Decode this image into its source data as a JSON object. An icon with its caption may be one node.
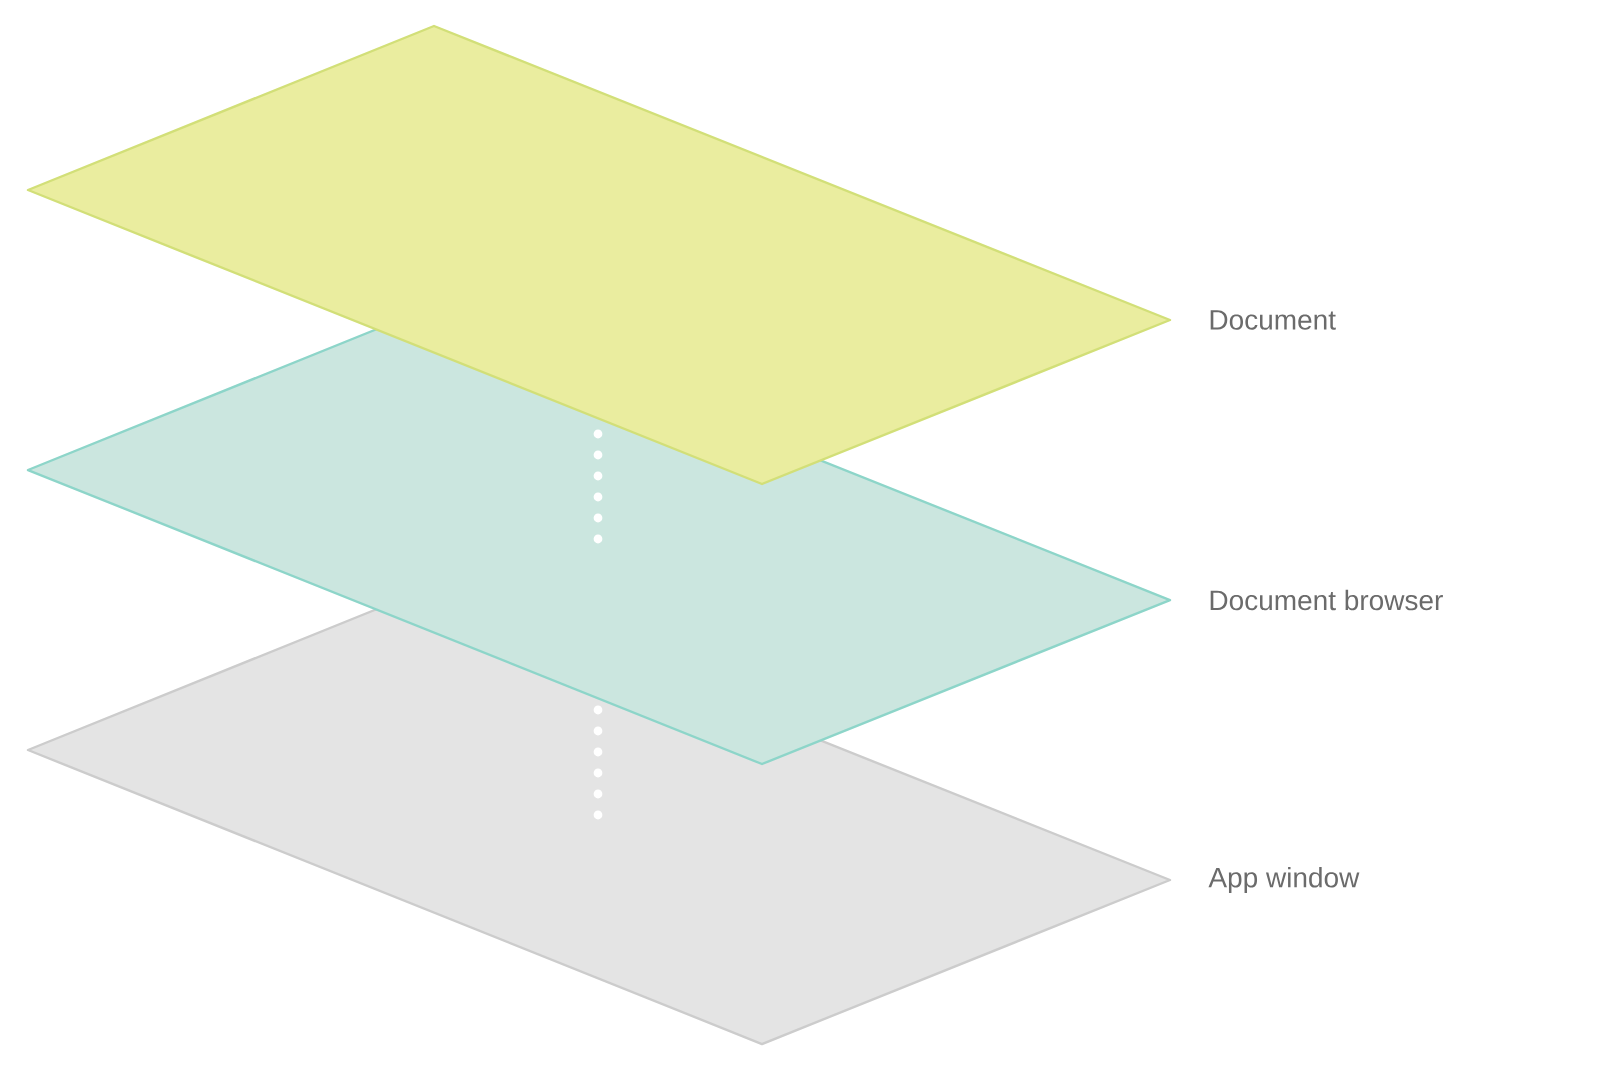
{
  "diagram": {
    "nodes": [
      {
        "text": [
          "Document"
        ]
      },
      {
        "text": [
          "Document browser"
        ]
      },
      {
        "text": [
          "App window"
        ]
      }
    ],
    "edges": [
      {
        "from": 0,
        "to": 1,
        "arrow": "none",
        "style": "dashed"
      },
      {
        "from": 1,
        "to": 2,
        "arrow": "none",
        "style": "dashed"
      }
    ]
  }
}
